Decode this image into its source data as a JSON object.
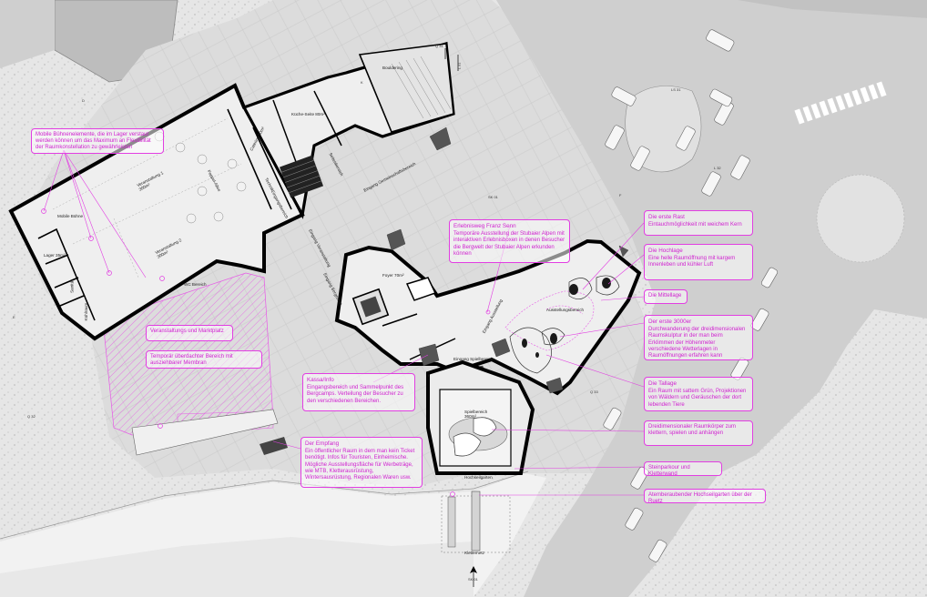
{
  "colors": {
    "background": "#e6e6e6",
    "plaza": "#d4d4d4",
    "road": "#bdbdbd",
    "wall": "#000000",
    "callout": "#e23ee2",
    "hatch": "#e65ae6"
  },
  "callouts": {
    "buehnen": "Mobile Bühnenelemente, die im Lager verstaut werden können um das Maximum an Flexibilität der Raumkonstellation zu gewährleisten",
    "erlebnisweg_title": "Erlebnisweg Franz Senn",
    "erlebnisweg_body": "Temporäre Ausstellung der Stubaier Alpen mit interaktiven Erlebnisboxen in denen Besucher die Bergwelt der Stubaier Alpen erkunden können",
    "rast_title": "Die erste Rast",
    "rast_body": "Eintauchmöglichkeit mit weichem Kern",
    "hochlage_title": "Die Hochlage",
    "hochlage_body": "Eine helle Raumöffnung mit kargem Innenleben und kühler Luft",
    "mittellage": "Die Mittellage",
    "dreitausender_title": "Der erste 3000er",
    "dreitausender_body": "Durchwanderung der dreidimensionalen Raumskulptur in der man beim Erklimmen der Höhenmeter verschiedene Wetterlagen in Raumöffnungen erfahren kann",
    "tallage_title": "Die Tallage",
    "tallage_body": "Ein Raum mit sattem Grün, Projektionen von Wäldern und Geräuschen der dort lebenden Tiere",
    "markt": "Veranstaltungs und Marktplatz",
    "ueberdacht": "Temporär überdachter Bereich mit ausziehbarer Membran",
    "kassa_title": "Kassa/Info",
    "kassa_body": "Eingangsbereich und Sammelpunkt des Bergcamps. Verteilung der Besucher zu den verschiedenen Bereichen.",
    "empfang_title": "Der Empfang",
    "empfang_body": "Ein öffentlicher Raum in dem man kein Ticket benötigt. Infos für Touristen, Einheimische. Mögliche Ausstellungsfläche für Werbeträge, wie MTB, Kletterausrüstung, Wintersausrüstung, Regionalen Waren usw.",
    "raumkoerper": "Dreidimensionaler Raumkörper zum klettern, spielen und anhängen",
    "steinparkour": "Steinparkour und Kletterwand",
    "hochseilgarten": "Atemberaubender Hochseilgarten über der Ruetz"
  },
  "rooms": {
    "veranstaltung1": "Veranstaltung 1",
    "veranstaltung1_area": "300m²",
    "veranstaltung2": "Veranstaltung 2",
    "veranstaltung2_area": "300m²",
    "lager": "Lager 35m²",
    "sanitaer": "Sanitär",
    "kuehlraum": "Kühlraum",
    "mobile_buehne": "Mobile Bühne",
    "wc_bereich": "WC Bereich",
    "pappel_allee": "Pappel-Allee",
    "catering": "Catering 50m²",
    "kueche": "Küche-Seite 80m²",
    "bouldering": "Bouldering",
    "technik": "Technik",
    "eingangsbereich": "Eingangsbereich",
    "seitenbereich": "Seitenbereich",
    "foyer": "Foyer 70m²",
    "eingang_ausstellung": "Eingang Ausstellung",
    "ausstellung": "Ausstellungsbereich",
    "eingang_spielbereich": "Eingang Spielbereich",
    "spielbereich": "Spielbereich",
    "spielbereich_area": "360m²",
    "hochseilgarten": "Hochseilgarten",
    "kletternetz": "Kletternetz",
    "eingang_veranstaltung": "Eingang Veranstaltung",
    "eingang_gemeinschaft": "Eingang Gemeinschaftsbereich",
    "eingang_bergcamp": "Eingang Bergcamp"
  },
  "markers": {
    "l31": "L 31",
    "q31": "Q 31",
    "q32": "Q 32",
    "q33": "Q 33",
    "ls31": "LS 31",
    "l32": "L 32",
    "sk01_top": "SK 01",
    "sk01_bottom": "SK 01",
    "d": "D",
    "e": "E",
    "f": "F",
    "i": "I",
    "k": "K"
  }
}
